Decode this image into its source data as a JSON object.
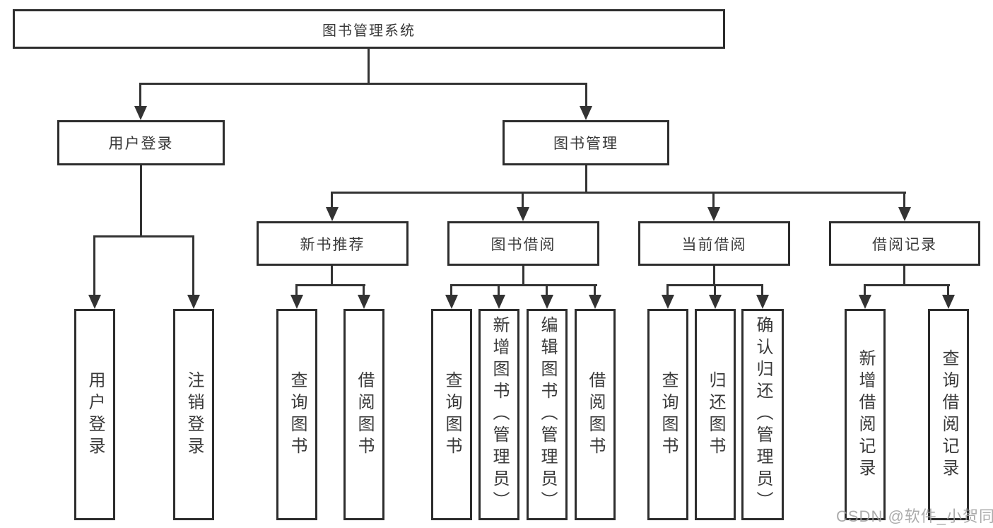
{
  "title": "图书管理系统",
  "colors": {
    "line": "#333333",
    "border": "#2d2d2d",
    "text": "#3a3a3a",
    "watermark": "#9e9e9e",
    "background": "#ffffff"
  },
  "watermark": "CSDN @软件_小贺同学",
  "tree": {
    "root": {
      "label": "图书管理系统"
    },
    "branches": [
      {
        "label": "用户登录",
        "children": [
          {
            "label": "用户登录"
          },
          {
            "label": "注销登录"
          }
        ]
      },
      {
        "label": "图书管理",
        "children": [
          {
            "label": "新书推荐",
            "children": [
              {
                "label": "查询图书"
              },
              {
                "label": "借阅图书"
              }
            ]
          },
          {
            "label": "图书借阅",
            "children": [
              {
                "label": "查询图书"
              },
              {
                "label": "新增图书（管理员）"
              },
              {
                "label": "编辑图书（管理员）"
              },
              {
                "label": "借阅图书"
              }
            ]
          },
          {
            "label": "当前借阅",
            "children": [
              {
                "label": "查询图书"
              },
              {
                "label": "归还图书"
              },
              {
                "label": "确认归还（管理员）"
              }
            ]
          },
          {
            "label": "借阅记录",
            "children": [
              {
                "label": "新增借阅记录"
              },
              {
                "label": "查询借阅记录"
              }
            ]
          }
        ]
      }
    ]
  }
}
